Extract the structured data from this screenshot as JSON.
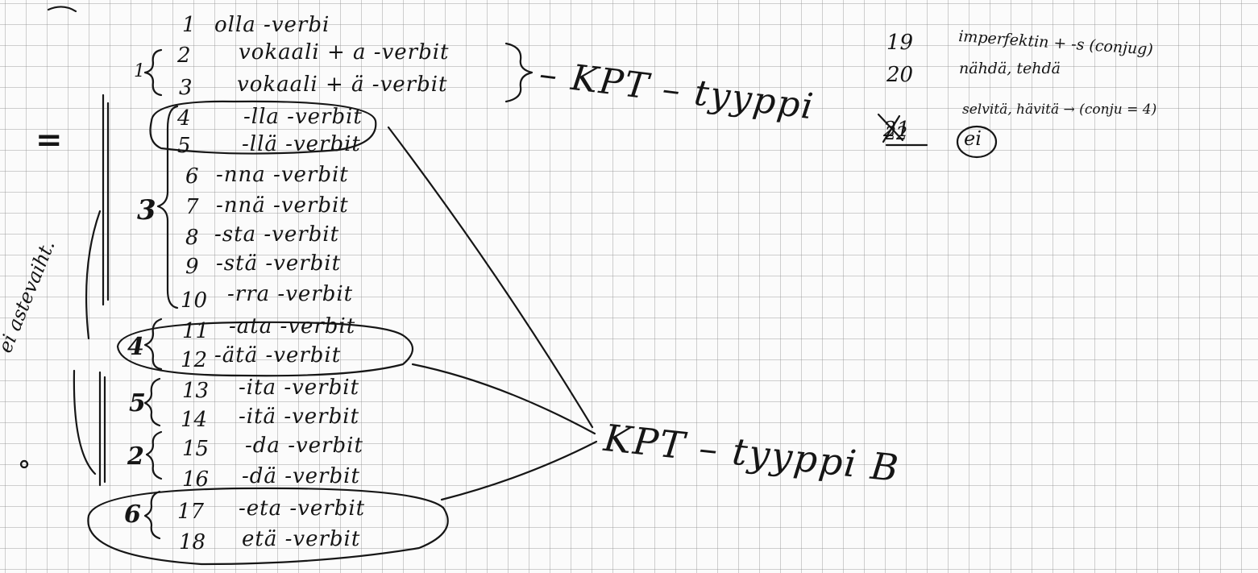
{
  "rows": [
    {
      "num": "1",
      "verb": "olla -verbi"
    },
    {
      "num": "2",
      "verb": "vokaali + a -verbit"
    },
    {
      "num": "3",
      "verb": "vokaali + ä -verbit"
    },
    {
      "num": "4",
      "verb": "-lla -verbit"
    },
    {
      "num": "5",
      "verb": "-llä -verbit"
    },
    {
      "num": "6",
      "verb": "-nna -verbit"
    },
    {
      "num": "7",
      "verb": "-nnä -verbit"
    },
    {
      "num": "8",
      "verb": "-sta -verbit"
    },
    {
      "num": "9",
      "verb": "-stä -verbit"
    },
    {
      "num": "10",
      "verb": "-rra -verbit"
    },
    {
      "num": "11",
      "verb": "-ata -verbit"
    },
    {
      "num": "12",
      "verb": "-ätä -verbit"
    },
    {
      "num": "13",
      "verb": "-ita -verbit"
    },
    {
      "num": "14",
      "verb": "-itä -verbit"
    },
    {
      "num": "15",
      "verb": "-da -verbit"
    },
    {
      "num": "16",
      "verb": "-dä -verbit"
    },
    {
      "num": "17",
      "verb": "-eta -verbit"
    },
    {
      "num": "18",
      "verb": "etä -verbit"
    }
  ],
  "groups": {
    "g1": "1",
    "g3": "3",
    "g4": "4",
    "g5": "5",
    "g2": "2",
    "g6": "6"
  },
  "kpt_a": "– KPT – tyyppi",
  "kpt_b": "KPT – tyyppi B",
  "side_note": "ei astevaiht.",
  "side_mark": "=",
  "right": {
    "r19_num": "19",
    "r19_text": "imperfektin + -s (conjug)",
    "r20_num": "20",
    "r20_text": "nähdä, tehdä",
    "r21_num": "21",
    "r21_text": "selvitä, hävitä → (conju = 4)",
    "r22_num": "22",
    "r22_text": "ei"
  }
}
